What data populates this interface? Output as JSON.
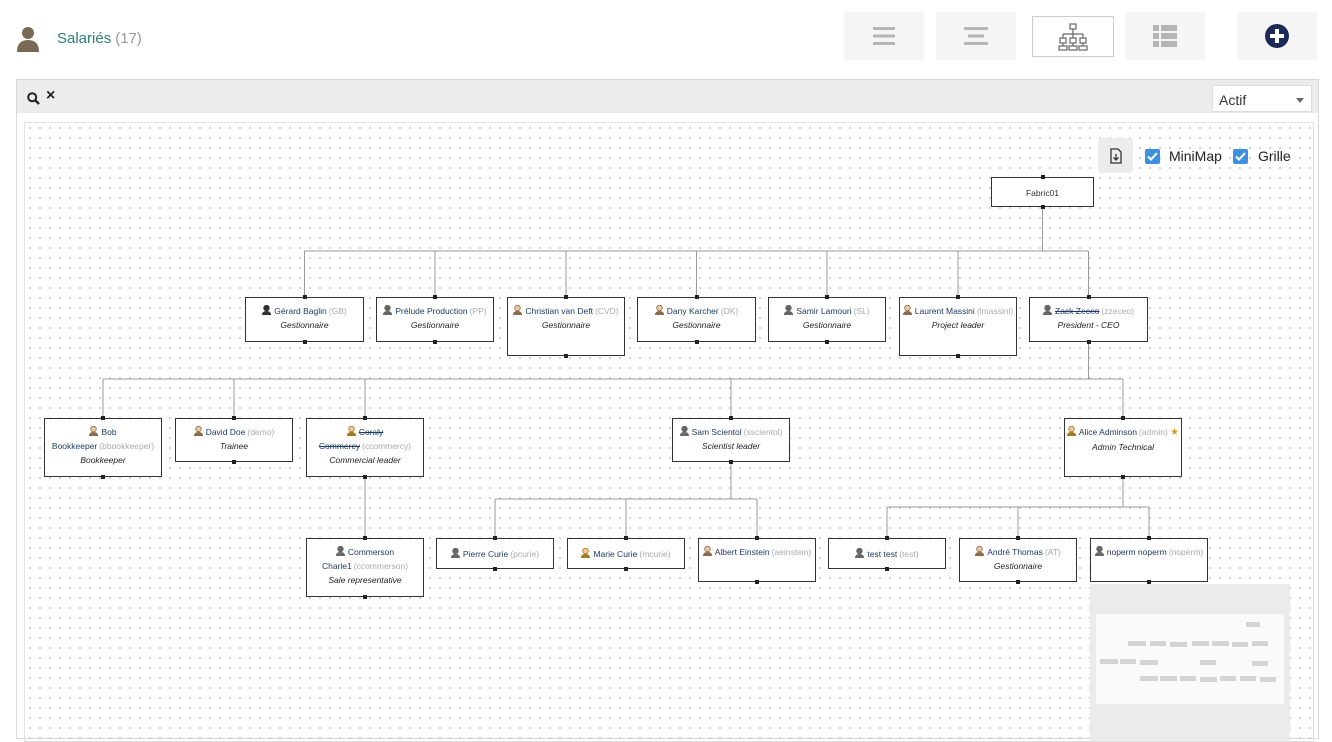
{
  "page": {
    "title": "Salariés",
    "count": "(17)"
  },
  "toolbar": {
    "views": [
      {
        "name": "list-view-button",
        "icon": "list-icon"
      },
      {
        "name": "list-alt-view-button",
        "icon": "align-center-icon"
      },
      {
        "name": "orgchart-view-button",
        "icon": "sitemap-icon",
        "active": true
      },
      {
        "name": "table-view-button",
        "icon": "table-list-icon"
      }
    ],
    "add_icon": "plus-circle-icon"
  },
  "filter": {
    "status_value": "Actif"
  },
  "canvas": {
    "minimap_label": "MiniMap",
    "grid_label": "Grille",
    "minimap_checked": true,
    "grid_checked": true
  },
  "orgchart": {
    "root": {
      "name": "Fabric01"
    },
    "nodes": [
      {
        "id": "gb",
        "name": "Gérard Baglin",
        "login": "(GB)",
        "job": "Gestionnaire",
        "avatar": "dark"
      },
      {
        "id": "pp",
        "name": "Prélude Production",
        "login": "(PP)",
        "job": "Gestionnaire",
        "avatar": "grey"
      },
      {
        "id": "cvd",
        "name": "Christian van Deft",
        "login": "(CVD)",
        "job": "Gestionnaire",
        "avatar": "man"
      },
      {
        "id": "dk",
        "name": "Dany Karcher",
        "login": "(DK)",
        "job": "Gestionnaire",
        "avatar": "man"
      },
      {
        "id": "sl",
        "name": "Samir Lamouri",
        "login": "(SL)",
        "job": "Gestionnaire",
        "avatar": "grey"
      },
      {
        "id": "lm",
        "name": "Laurent Massini",
        "login": "(lmassini)",
        "job": "Project leader",
        "avatar": "man"
      },
      {
        "id": "zz",
        "name": "Zack Zeceo",
        "login": "(zzeceo)",
        "job": "President - CEO",
        "avatar": "grey",
        "strike": true
      },
      {
        "id": "bb",
        "name": "Bob Bookkeeper",
        "login": "(bbookkeeper)",
        "job": "Bookkeeper",
        "avatar": "man"
      },
      {
        "id": "dd",
        "name": "David Doe",
        "login": "(demo)",
        "job": "Trainee",
        "avatar": "man"
      },
      {
        "id": "cc",
        "name": "Coraly Commercy",
        "login": "(ccommercy)",
        "job": "Commercial leader",
        "avatar": "woman",
        "strike": true
      },
      {
        "id": "ss",
        "name": "Sam Scientol",
        "login": "(sscientol)",
        "job": "Scientist leader",
        "avatar": "grey"
      },
      {
        "id": "aa",
        "name": "Alice Adminson",
        "login": "(admin)",
        "job": "Admin Technical",
        "avatar": "woman",
        "star": true
      },
      {
        "id": "ch",
        "name": "Commerson Charle1",
        "login": "(ccommerson)",
        "job": "Sale representative",
        "avatar": "grey"
      },
      {
        "id": "pc",
        "name": "Pierre Curie",
        "login": "(pcurie)",
        "job": "",
        "avatar": "grey"
      },
      {
        "id": "mc",
        "name": "Marie Curie",
        "login": "(mcurie)",
        "job": "",
        "avatar": "woman"
      },
      {
        "id": "ae",
        "name": "Albert Einstein",
        "login": "(aeinstein)",
        "job": "",
        "avatar": "man"
      },
      {
        "id": "tt",
        "name": "test test",
        "login": "(test)",
        "job": "",
        "avatar": "grey"
      },
      {
        "id": "at",
        "name": "André Thomas",
        "login": "(AT)",
        "job": "Gestionnaire",
        "avatar": "man"
      },
      {
        "id": "np",
        "name": "noperm noperm",
        "login": "(noperm)",
        "job": "",
        "avatar": "grey"
      }
    ]
  }
}
